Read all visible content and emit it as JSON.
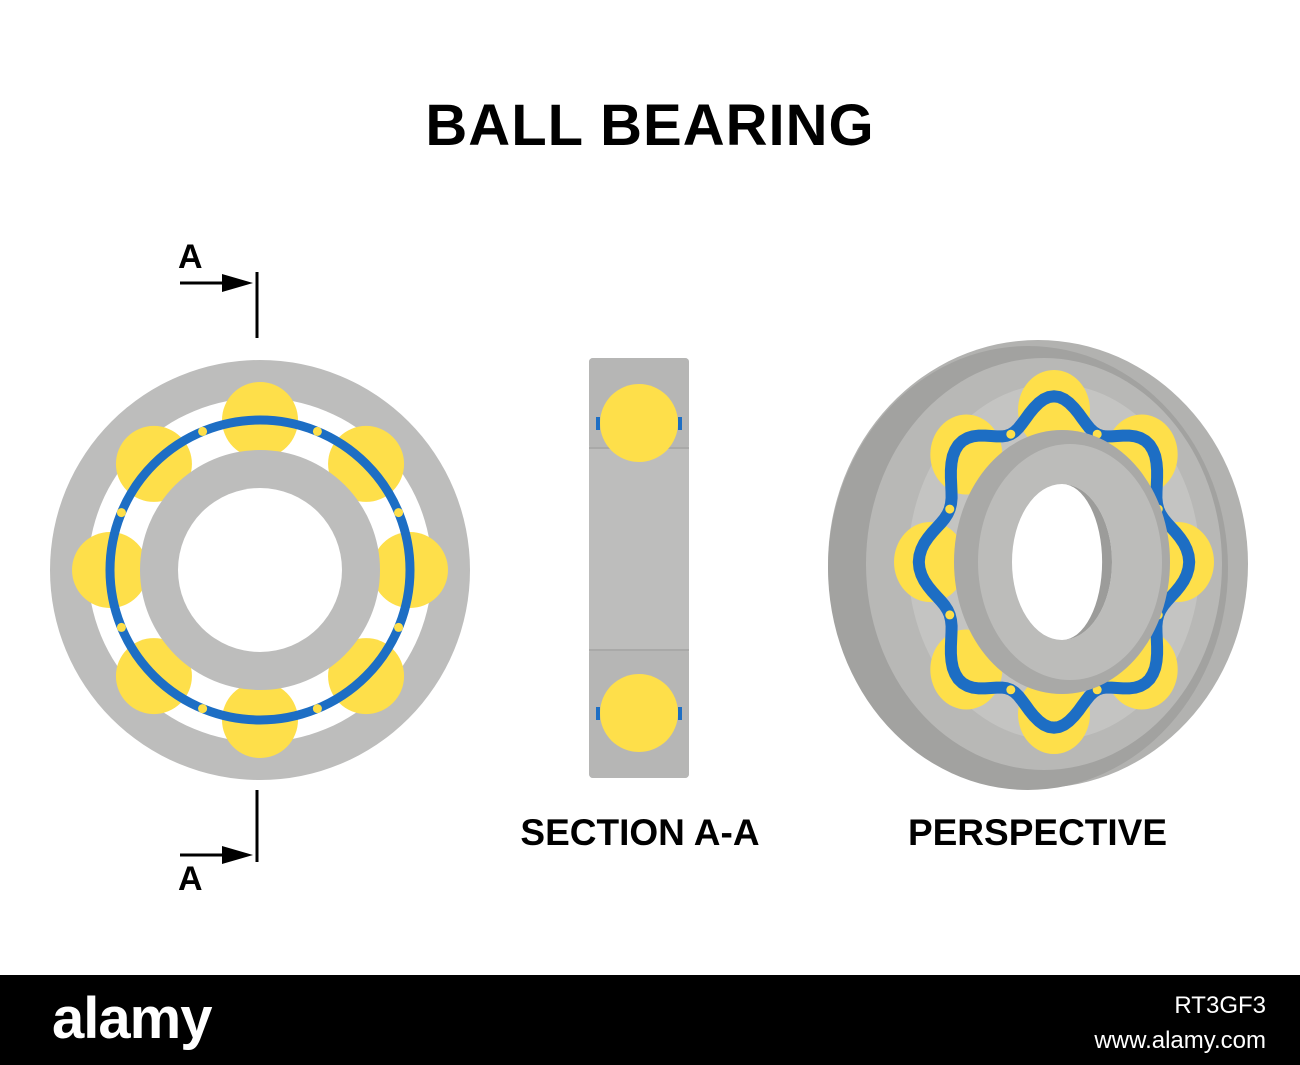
{
  "title": "BALL BEARING",
  "section_letter_top": "A",
  "section_letter_bottom": "A",
  "captions": {
    "section": "SECTION A-A",
    "perspective": "PERSPECTIVE"
  },
  "footer": {
    "brand": "alamy",
    "image_id": "RT3GF3",
    "site": "www.alamy.com"
  },
  "colors": {
    "ring_gray": "#bdbdbc",
    "ring_dark": "#9d9d9b",
    "ball_yellow": "#fedf4a",
    "cage_blue": "#1d6ec4",
    "footer_bg": "#000000"
  },
  "ball_count": 8
}
